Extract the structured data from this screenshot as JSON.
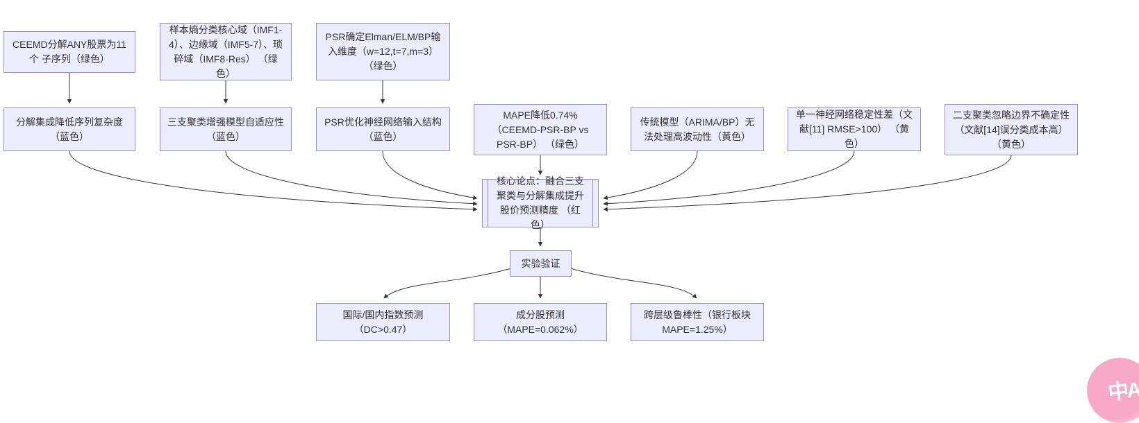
{
  "diagram": {
    "colors": {
      "node_fill": "#ECECFF",
      "node_border": "#9a8bd0",
      "edge": "#333333",
      "text": "#333333",
      "background": "#ffffff"
    },
    "nodes": {
      "a1": {
        "label": "CEEMD分解ANY股票为11个 子序列（绿色）"
      },
      "a2": {
        "label": "样本熵分类核心域（IMF1-4）、边缘域（IMF5-7）、琐碎域（IMF8-Res） （绿色）"
      },
      "a3": {
        "label": "PSR确定Elman/ELM/BP输入维度（w=12,t=7,m=3） （绿色）"
      },
      "b1": {
        "label": "分解集成降低序列复杂度 （蓝色）"
      },
      "b2": {
        "label": "三支聚类增强模型自适应性 （蓝色）"
      },
      "b3": {
        "label": "PSR优化神经网络输入结构 （蓝色）"
      },
      "b4": {
        "label": "MAPE降低0.74%（CEEMD-PSR-BP vs PSR-BP） （绿色）"
      },
      "b5": {
        "label": "传统模型（ARIMA/BP）无法处理高波动性（黄色）"
      },
      "b6": {
        "label": "单一神经网络稳定性差（文献[11] RMSE>100） （黄色）"
      },
      "b7": {
        "label": "二支聚类忽略边界不确定性 （文献[14]误分类成本高） （黄色）"
      },
      "core": {
        "label": "核心论点：融合三支聚类与分解集成提升股价预测精度 （红色）"
      },
      "exp": {
        "label": "实验验证"
      },
      "e1": {
        "label": "国际/国内指数预测 （DC>0.47）"
      },
      "e2": {
        "label": "成分股预测 （MAPE=0.062%）"
      },
      "e3": {
        "label": "跨层级鲁棒性（银行板块 MAPE=1.25%）"
      }
    },
    "edges": [
      {
        "from": "a1",
        "to": "b1"
      },
      {
        "from": "a2",
        "to": "b2"
      },
      {
        "from": "a3",
        "to": "b3"
      },
      {
        "from": "b1",
        "to": "core"
      },
      {
        "from": "b2",
        "to": "core"
      },
      {
        "from": "b3",
        "to": "core"
      },
      {
        "from": "b4",
        "to": "core"
      },
      {
        "from": "b5",
        "to": "core"
      },
      {
        "from": "b6",
        "to": "core"
      },
      {
        "from": "b7",
        "to": "core"
      },
      {
        "from": "core",
        "to": "exp"
      },
      {
        "from": "exp",
        "to": "e1"
      },
      {
        "from": "exp",
        "to": "e2"
      },
      {
        "from": "exp",
        "to": "e3"
      }
    ]
  },
  "translate_badge": {
    "label": "中A",
    "color": "#f8a9c6"
  }
}
